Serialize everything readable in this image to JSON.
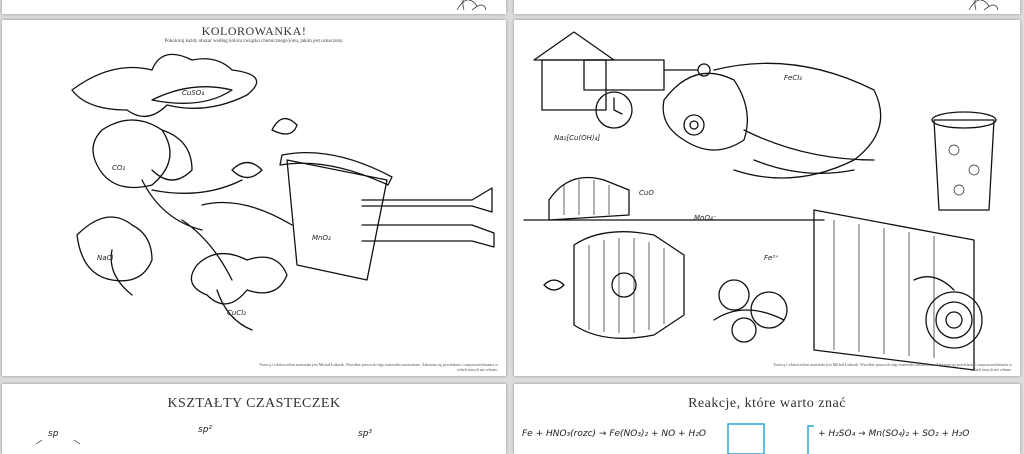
{
  "pages": {
    "coloring_1": {
      "title": "KOLOROWANKA!",
      "subtitle": "Pokoloruj każdy obszar według koloru związku chemicznego/jonu, jakim jest oznaczony.",
      "footer": "Twórcą i właścicielem materiału jest Michał Łukasik. Wszelkie prawa do tego materiału zastrzeżone. Zabrania się powielania i rozpowszechniania w celach innych niż własne."
    },
    "coloring_2": {
      "footer": "Twórcą i właścicielem materiału jest Michał Łukasik. Wszelkie prawa do tego materiału zastrzeżone. Zabrania się powielania i rozpowszechniania w celach innych niż własne."
    },
    "shapes": {
      "title": "KSZTAŁTY CZASTECZEK",
      "labels": [
        "sp",
        "sp²",
        "sp³"
      ]
    },
    "reactions": {
      "title": "Reakcje, które warto znać",
      "formula_1": "Fe + HNO₃(rozc) → Fe(NO₃)₂ + NO + H₂O",
      "formula_2": "+ H₂SO₄ → Mn(SO₄)₂ + SO₂ + H₂O"
    }
  }
}
